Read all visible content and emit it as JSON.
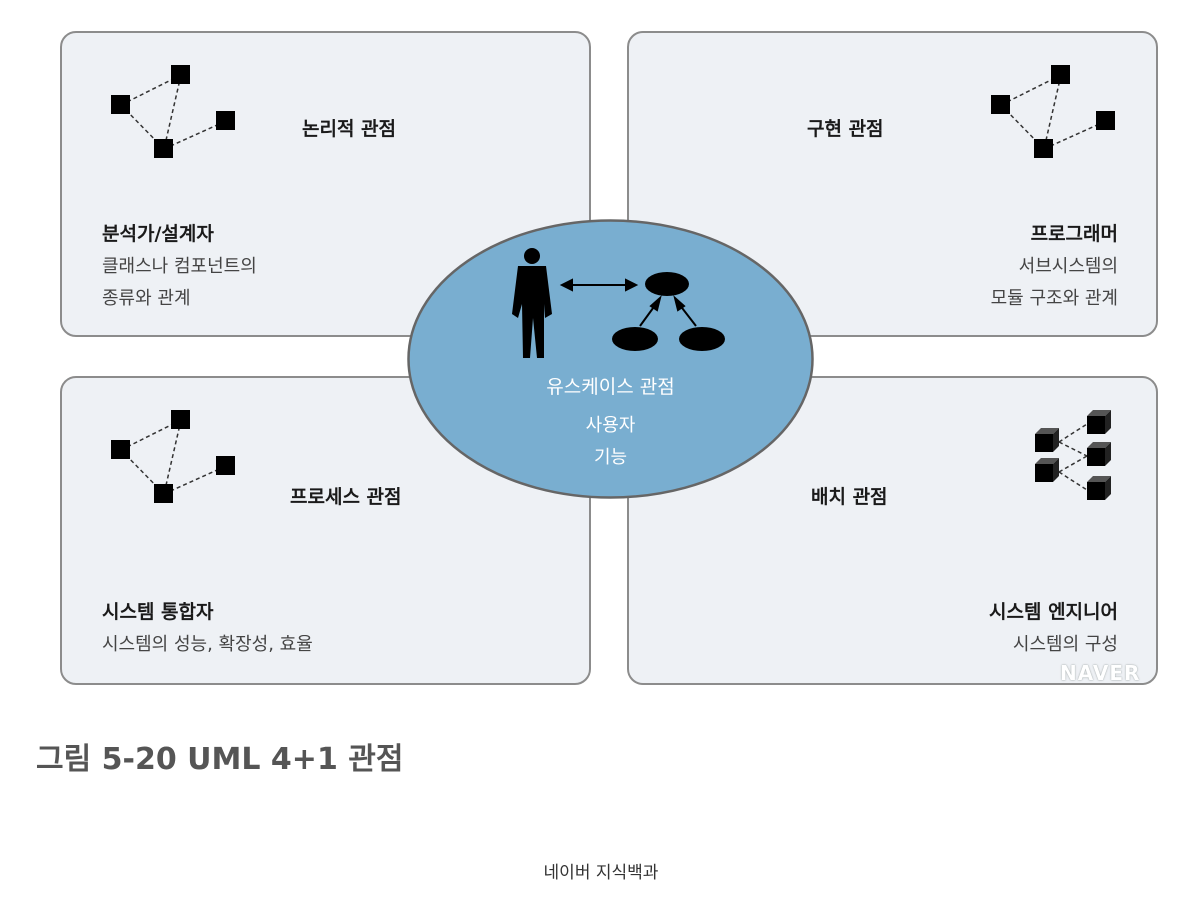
{
  "panels": {
    "logical": {
      "title": "논리적 관점",
      "role": "분석가/설계자",
      "desc_lines": [
        "클래스나 컴포넌트의",
        "종류와 관계"
      ]
    },
    "development": {
      "title": "구현 관점",
      "role": "프로그래머",
      "desc_lines": [
        "서브시스템의",
        "모듈 구조와 관계"
      ]
    },
    "process": {
      "title": "프로세스 관점",
      "role": "시스템 통합자",
      "desc_lines": [
        "시스템의 성능, 확장성, 효율"
      ]
    },
    "physical": {
      "title": "배치 관점",
      "role": "시스템 엔지니어",
      "desc_lines": [
        "시스템의 구성"
      ]
    }
  },
  "center": {
    "title": "유스케이스 관점",
    "desc_lines": [
      "사용자",
      "기능"
    ]
  },
  "watermark": "NAVER",
  "caption": "그림 5-20 UML 4+1 관점",
  "source": "네이버 지식백과",
  "colors": {
    "panel_bg": "#eef1f5",
    "panel_border": "#8c8c8c",
    "ellipse_fill": "#79aed0",
    "ellipse_stroke": "#666666",
    "caption": "#555555"
  },
  "icons": {
    "node_graph": "node-graph-icon",
    "cubes": "cubes-icon",
    "actor": "actor-icon",
    "use_case": "use-case-graph-icon"
  }
}
